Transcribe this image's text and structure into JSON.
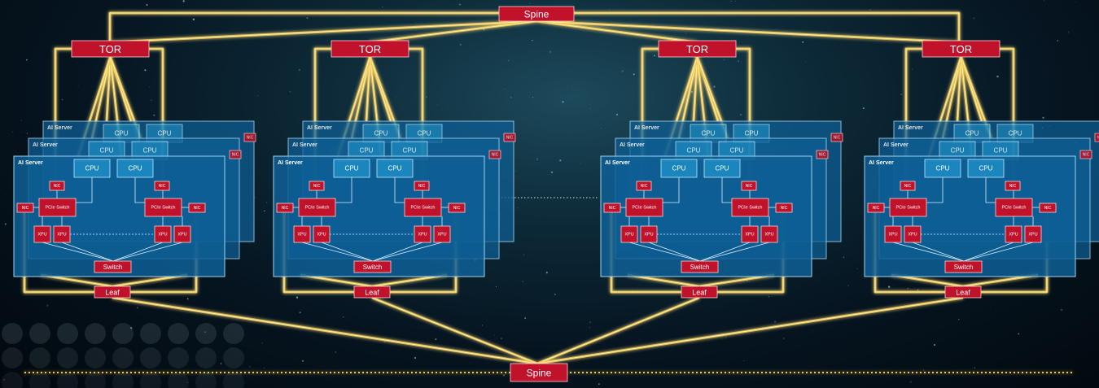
{
  "diagram": {
    "top_spine_label": "Spine",
    "bottom_spine_label": "Spine",
    "clusters": [
      {
        "tor_label": "TOR",
        "leaf_label": "Leaf"
      },
      {
        "tor_label": "TOR",
        "leaf_label": "Leaf"
      },
      {
        "tor_label": "TOR",
        "leaf_label": "Leaf"
      },
      {
        "tor_label": "TOR",
        "leaf_label": "Leaf"
      }
    ],
    "server": {
      "title": "AI Server",
      "cpu_label": "CPU",
      "nic_label": "NIC",
      "pcie_switch_label": "PCIe Switch",
      "xpu_label": "XPU",
      "switch_label": "Switch"
    },
    "colors": {
      "link": "#f2c94c",
      "switch_red": "#c0122a",
      "server_blue": "#0e5f95",
      "cpu_blue": "#1a86bd"
    }
  }
}
